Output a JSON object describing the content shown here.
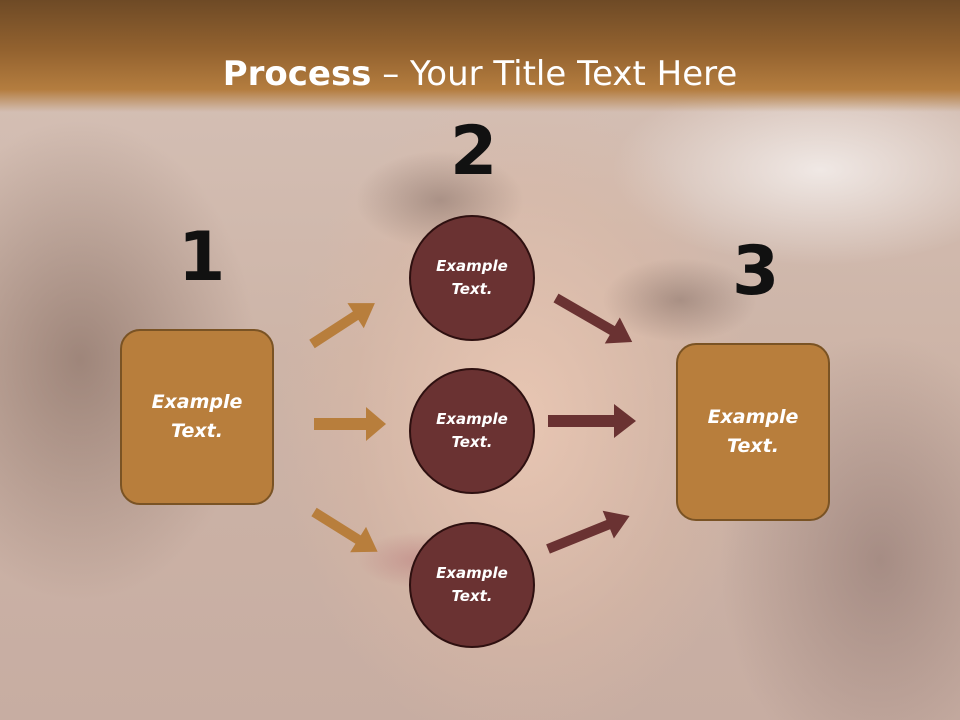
{
  "title": {
    "bold": "Process",
    "rest": " – Your Title Text Here"
  },
  "steps": {
    "one": "1",
    "two": "2",
    "three": "3"
  },
  "left_box": {
    "label": "Example\nText."
  },
  "right_box": {
    "label": "Example\nText."
  },
  "circles": [
    {
      "label": "Example\nText."
    },
    {
      "label": "Example\nText."
    },
    {
      "label": "Example\nText."
    }
  ],
  "colors": {
    "box_fill": "#b87e3c",
    "circle_fill": "#6a3232",
    "arrow_left": "#b87e3c",
    "arrow_right": "#6a3232"
  },
  "icons": [
    "arrow-right-icon"
  ]
}
